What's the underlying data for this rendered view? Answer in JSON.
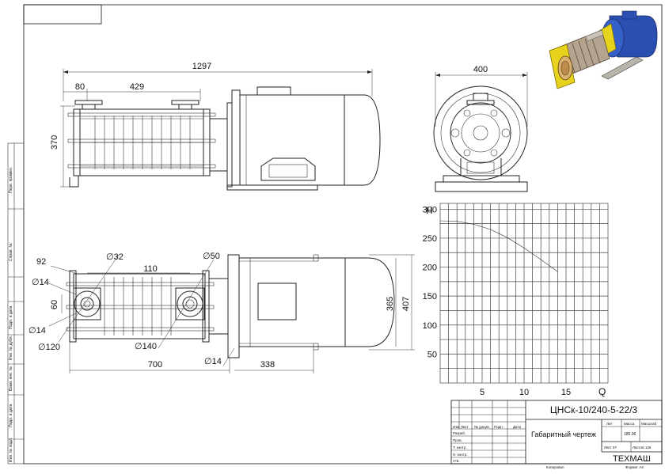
{
  "dims": {
    "d1297": "1297",
    "d80": "80",
    "d429": "429",
    "d370": "370",
    "d400": "400",
    "d92": "92",
    "phi14a": "∅14",
    "d60": "60",
    "phi14b": "∅14",
    "phi120": "∅120",
    "phi32": "∅32",
    "d110": "110",
    "phi50": "∅50",
    "phi140": "∅140",
    "d700": "700",
    "phi14c": "∅14",
    "d338": "338",
    "d365": "365",
    "d407": "407"
  },
  "chart_data": {
    "type": "line",
    "title": "",
    "xlabel": "Q",
    "ylabel": "H",
    "xlim": [
      0,
      20
    ],
    "ylim": [
      0,
      310
    ],
    "xticks": [
      5,
      10,
      15
    ],
    "yticks": [
      50,
      100,
      150,
      200,
      250,
      300
    ],
    "grid": true,
    "series": [
      {
        "x": [
          0,
          2,
          4,
          6,
          8,
          10,
          12,
          14
        ],
        "y": [
          280,
          279,
          274,
          265,
          251,
          233,
          213,
          192
        ]
      }
    ]
  },
  "stamp": {
    "designation": "ЦНСк-10/240-5-22/3",
    "doc_name": "Габаритный чертеж",
    "company": "ТЕХМАШ",
    "row_labels": [
      "Изм",
      "Разраб.",
      "Пров.",
      "Т. контр.",
      "",
      "Н. контр.",
      "Утв."
    ],
    "col_labels": [
      "Лист",
      "№ докум.",
      "Подп.",
      "Дата"
    ],
    "lit_label": "Лит",
    "mass_label": "Масса",
    "scale_label": "Масштаб",
    "mass_value": "185.06",
    "sheet_label": "Лист 57",
    "sheets_label": "Листов 136",
    "copied": "Копировал",
    "format": "Формат А3"
  },
  "side_stamp": [
    "Перв. примен.",
    "Справ. №",
    "Подп. и дата",
    "Инв. № дубл.",
    "Взам. инв. №",
    "Подп. и дата",
    "Инв. № подл."
  ]
}
